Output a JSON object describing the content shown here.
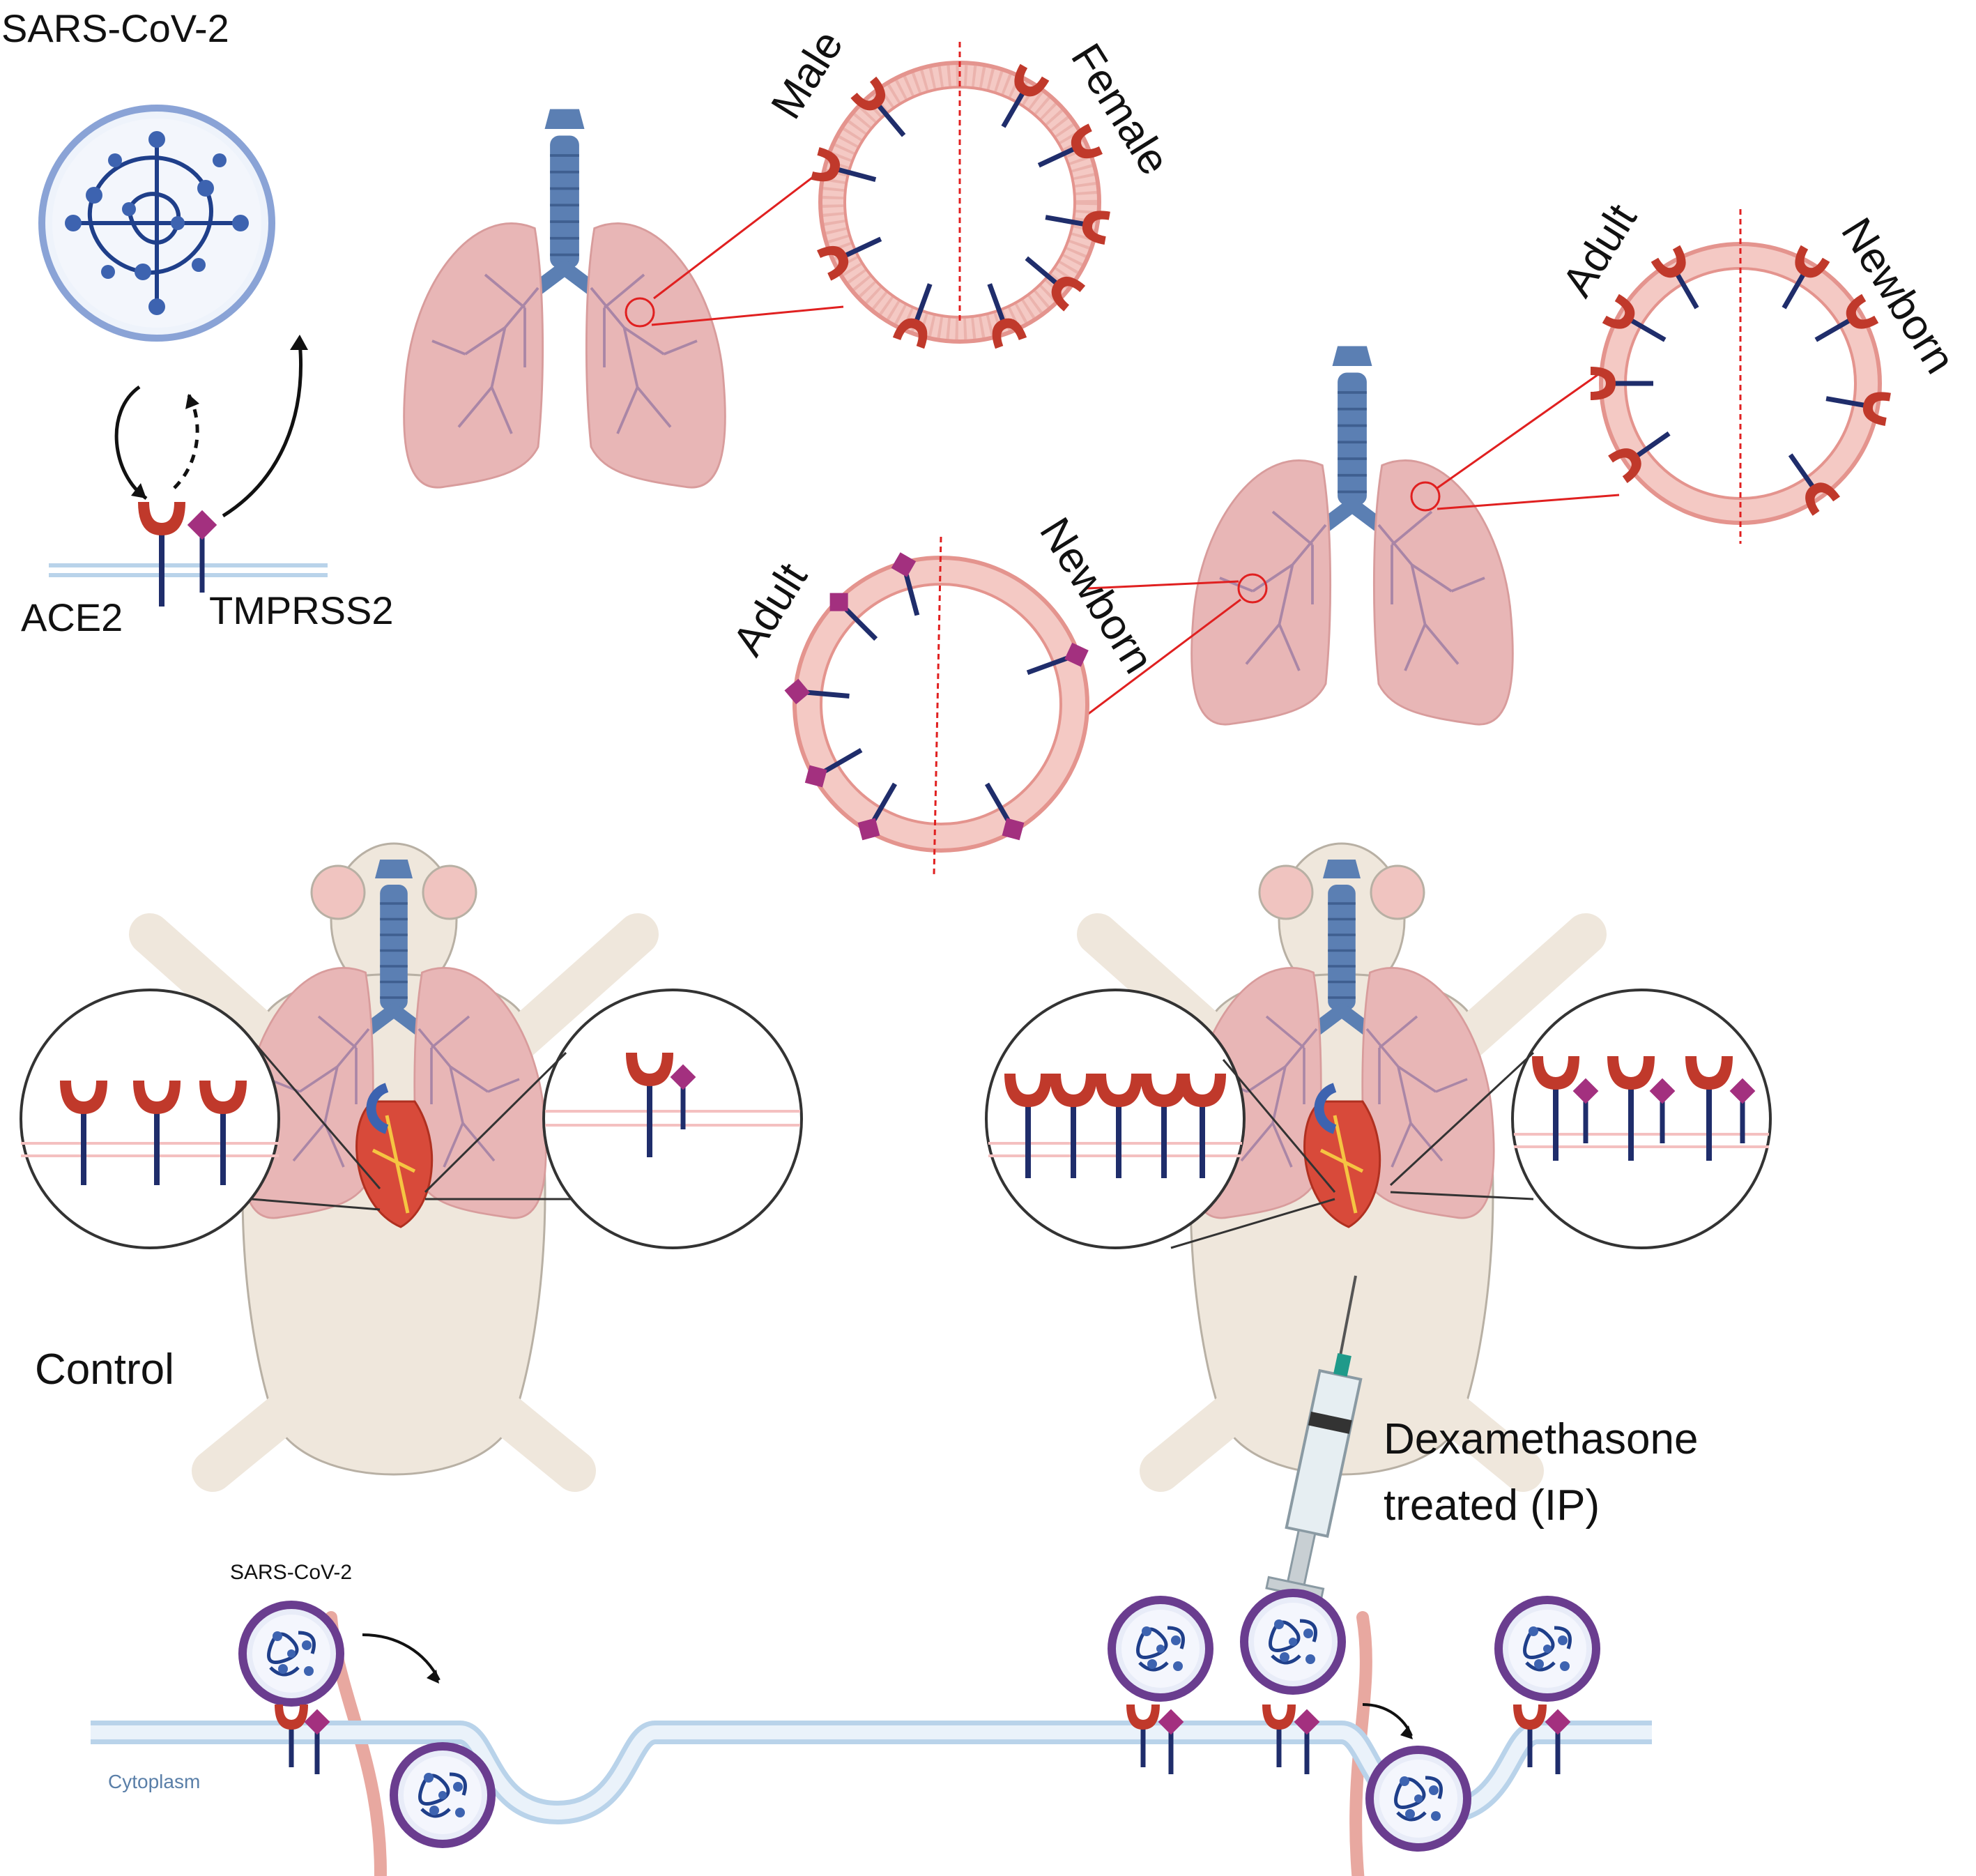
{
  "labels": {
    "virus_title": "SARS-CoV-2",
    "ace2": "ACE2",
    "tmprss2": "TMPRSS2",
    "male": "Male",
    "female": "Female",
    "adult_top": "Adult",
    "newborn_top": "Newborn",
    "adult_bottom": "Adult",
    "newborn_bottom": "Newborn",
    "control": "Control",
    "dex_line1": "Dexamethasone",
    "dex_line2": "treated (IP)",
    "virus_small": "SARS-CoV-2",
    "cytoplasm": "Cytoplasm"
  },
  "colors": {
    "ace2_receptor": "#c0392b",
    "tmprss2_protease": "#a3307f",
    "receptor_stalk": "#1f2d6b",
    "airway_ring": "#e4948e",
    "lung": "#e8b6b6",
    "trachea": "#5b7fb3",
    "virus_spike": "#3d63b0",
    "virus_spike_small": "#1f9a8a",
    "membrane": "#b9d3ea",
    "divider": "#e02020"
  }
}
